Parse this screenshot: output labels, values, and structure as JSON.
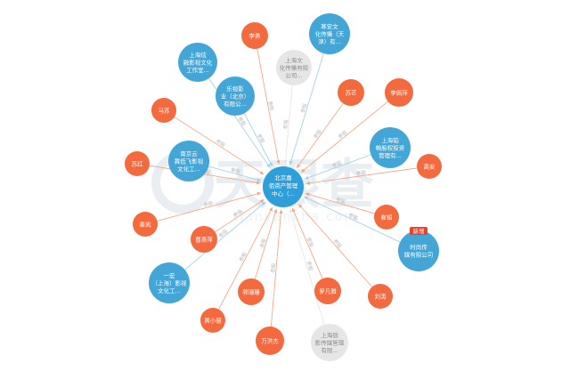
{
  "colors": {
    "person": "#f26a3e",
    "company": "#43a6d6",
    "center": "#2e9fd8",
    "ghost": "#dcdcdc",
    "edge_person": "#f4a07e",
    "edge_company": "#9ccde6",
    "badge": "#e8432b",
    "watermark": "#e9eef3"
  },
  "watermark": {
    "main": "天眼查",
    "sub": "tianyancha.com"
  },
  "center": {
    "lines": [
      "北京嘉",
      "佰资产管理",
      "中心（..."
    ]
  },
  "edge_label": "参股",
  "nodes": [
    {
      "id": "n1",
      "type": "person",
      "lines": [
        "李勇"
      ]
    },
    {
      "id": "n2",
      "type": "company",
      "lines": [
        "寒安文",
        "化传播（天",
        "津）有..."
      ]
    },
    {
      "id": "n3",
      "type": "company",
      "lines": [
        "上海炫",
        "融影视文化",
        "工作室..."
      ]
    },
    {
      "id": "n4",
      "type": "ghost",
      "lines": [
        "上海文",
        "化传播有限",
        "公司..."
      ]
    },
    {
      "id": "n5",
      "type": "company",
      "lines": [
        "乐视影",
        "业（北京）",
        "有限公..."
      ]
    },
    {
      "id": "n6",
      "type": "person",
      "lines": [
        "苏芒"
      ]
    },
    {
      "id": "n7",
      "type": "person",
      "lines": [
        "李佩萍"
      ]
    },
    {
      "id": "n8",
      "type": "person",
      "lines": [
        "马苏"
      ]
    },
    {
      "id": "n9",
      "type": "company",
      "lines": [
        "上海铂",
        "翰股权投资",
        "管理有..."
      ]
    },
    {
      "id": "n10",
      "type": "company",
      "lines": [
        "南京云",
        "舞低飞影视",
        "文化工..."
      ]
    },
    {
      "id": "n11",
      "type": "person",
      "lines": [
        "苏红"
      ]
    },
    {
      "id": "n12",
      "type": "person",
      "lines": [
        "高安"
      ]
    },
    {
      "id": "n13",
      "type": "person",
      "lines": [
        "崔韬"
      ]
    },
    {
      "id": "n14",
      "type": "person",
      "lines": [
        "秦岚"
      ]
    },
    {
      "id": "n15",
      "type": "person",
      "lines": [
        "曹燕萍"
      ]
    },
    {
      "id": "n16",
      "type": "company",
      "lines": [
        "时尚传",
        "媒有限公司"
      ],
      "badge": "新增"
    },
    {
      "id": "n17",
      "type": "company",
      "lines": [
        "一宏",
        "（上海）影视",
        "文化工..."
      ]
    },
    {
      "id": "n18",
      "type": "person",
      "lines": [
        "郭珊珊"
      ]
    },
    {
      "id": "n19",
      "type": "person",
      "lines": [
        "黄小丽"
      ]
    },
    {
      "id": "n20",
      "type": "person",
      "lines": [
        "罗凡雅"
      ]
    },
    {
      "id": "n21",
      "type": "person",
      "lines": [
        "刘涛"
      ]
    },
    {
      "id": "n22",
      "type": "person",
      "lines": [
        "万洪杰"
      ]
    },
    {
      "id": "n23",
      "type": "ghost",
      "lines": [
        "上海劲",
        "影传媒管理",
        "有限..."
      ]
    }
  ]
}
